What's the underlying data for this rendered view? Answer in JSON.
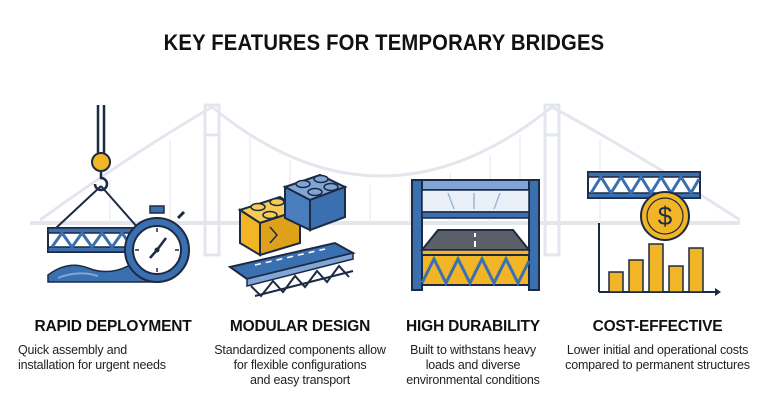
{
  "title": "KEY FEATURES FOR TEMPORARY BRIDGES",
  "features": [
    {
      "heading": "RAPID DEPLOYMENT",
      "lines": [
        "Quick assembly and",
        "installation for urgent needs"
      ],
      "icons": [
        "crane-hook-icon",
        "truss-span-icon",
        "stopwatch-icon",
        "water-icon"
      ]
    },
    {
      "heading": "MODULAR DESIGN",
      "lines": [
        "Standardized components allow",
        "for flexible configurations",
        "and easy transport"
      ],
      "icons": [
        "yellow-block-icon",
        "blue-block-icon",
        "modular-truss-icon"
      ]
    },
    {
      "heading": "HIGH DURABILITY",
      "lines": [
        "Built to withstans heavy",
        "loads and diverse",
        "environmental conditions"
      ],
      "icons": [
        "steel-frame-icon",
        "road-deck-icon",
        "truss-base-icon"
      ]
    },
    {
      "heading": "COST-EFFECTIVE",
      "lines": [
        "Lower initial and operational costs",
        "compared to permanent structures"
      ],
      "icons": [
        "truss-span-icon",
        "dollar-coin-icon",
        "bar-chart-icon"
      ]
    }
  ],
  "colors": {
    "blue": "#3a6fb0",
    "blue_light": "#7fa6d6",
    "yellow": "#f2b526",
    "outline": "#1d2a44",
    "ghost": "#dfe4ea"
  },
  "coin_symbol": "$"
}
